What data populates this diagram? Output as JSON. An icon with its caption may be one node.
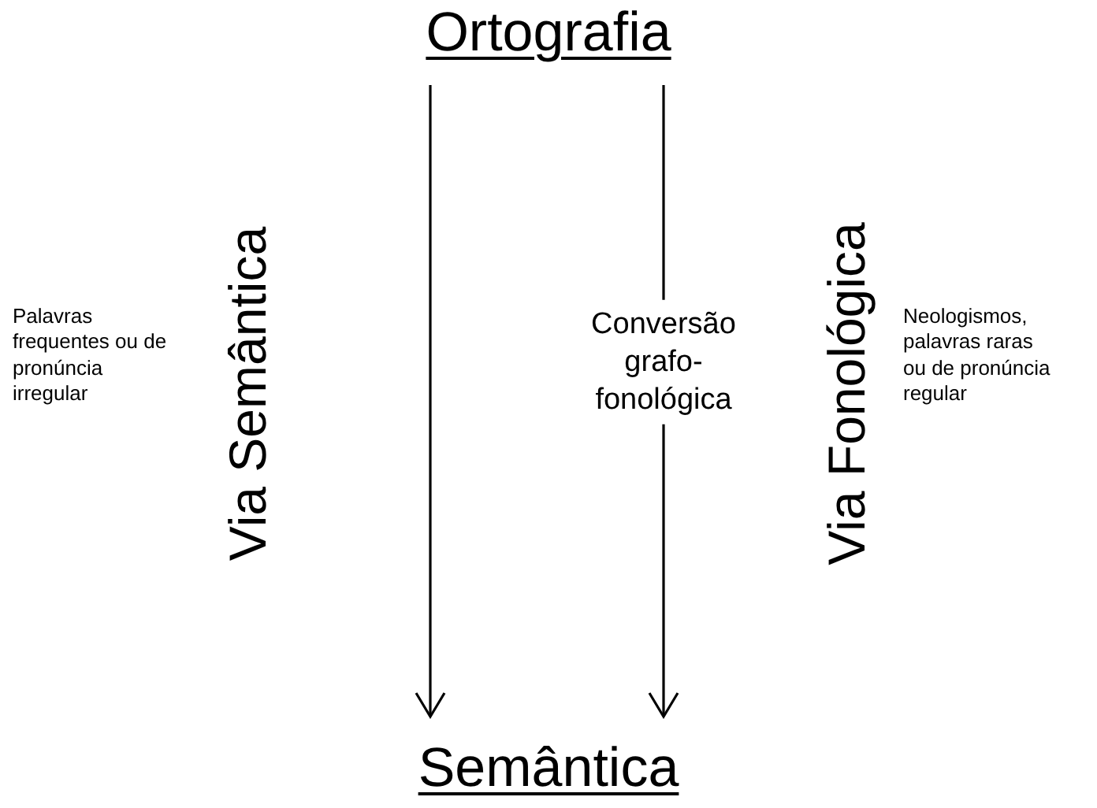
{
  "diagram": {
    "nodes": [
      {
        "text": [
          "Ortografia"
        ]
      },
      {
        "text": [
          "Semântica"
        ]
      }
    ],
    "edges": [
      {
        "from": 0,
        "to": 1,
        "arrow": "to"
      },
      {
        "from": 0,
        "to": 1,
        "arrow": "to",
        "label": "Conversão grafo-fonológica"
      }
    ],
    "labels": [
      "Palavras frequentes ou de pronúncia irregular",
      "Via Semântica",
      "Via Fonológica",
      "Neologismos, palavras raras ou de pronúncia regular"
    ]
  }
}
